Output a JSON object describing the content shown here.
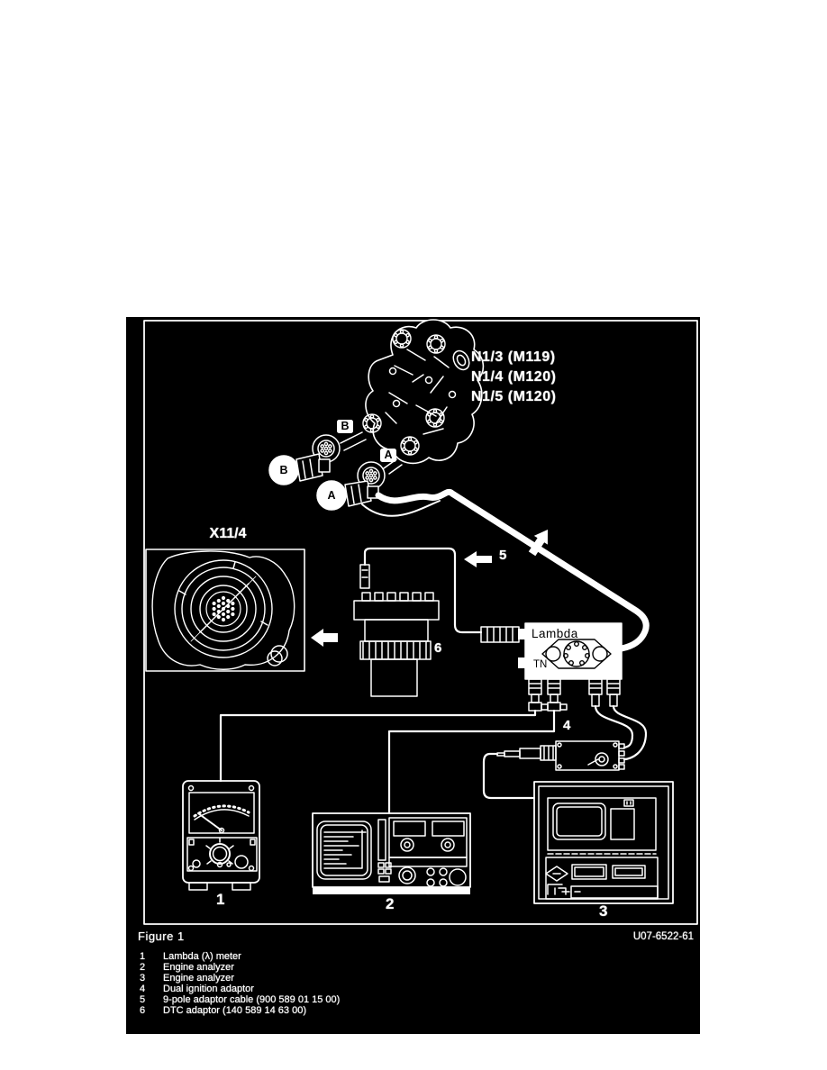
{
  "page": {
    "background": "#ffffff",
    "panel_bg": "#000000",
    "ink": "#ffffff"
  },
  "figure": {
    "caption": "Figure 1",
    "code": "U07-6522-61"
  },
  "diagram": {
    "module_labels": [
      "N1/3 (M119)",
      "N1/4 (M120)",
      "N1/5 (M120)"
    ],
    "socket_label": "X11/4",
    "lambda_box": {
      "title": "Lambda",
      "port_label": "TN"
    },
    "callouts": {
      "c1": "1",
      "c2": "2",
      "c3": "3",
      "c4": "4",
      "c5": "5",
      "c6": "6"
    },
    "connectors": {
      "a": "A",
      "b": "B"
    }
  },
  "legend": {
    "items": [
      {
        "num": "1",
        "text": "Lambda (λ) meter"
      },
      {
        "num": "2",
        "text": "Engine analyzer"
      },
      {
        "num": "3",
        "text": "Engine analyzer"
      },
      {
        "num": "4",
        "text": "Dual ignition adaptor"
      },
      {
        "num": "5",
        "text": "9-pole adaptor cable (900 589 01 15 00)"
      },
      {
        "num": "6",
        "text": "DTC adaptor (140 589 14 63 00)"
      }
    ]
  }
}
